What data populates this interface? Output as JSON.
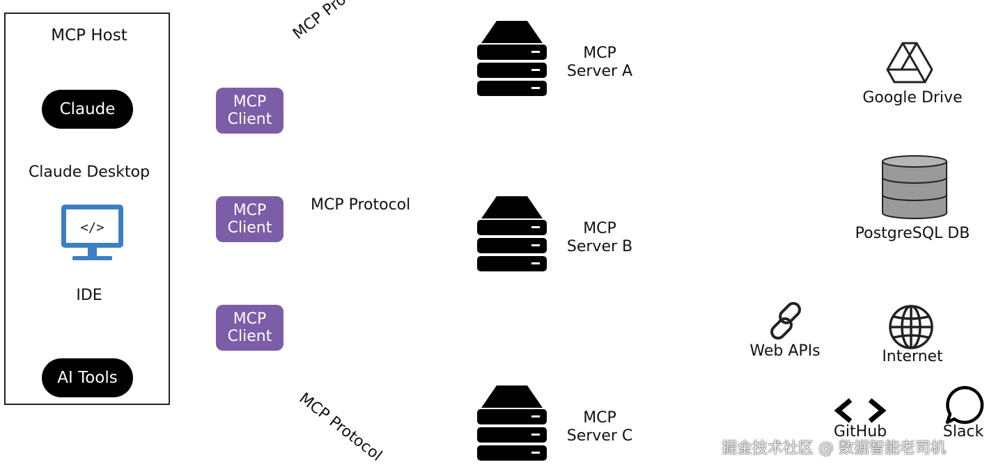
{
  "host": {
    "title": "MCP Host",
    "claude_pill": "Claude",
    "desktop_label": "Claude Desktop",
    "ide_label": "IDE",
    "ide_icon_text": "</>",
    "tools_pill": "AI Tools"
  },
  "clients": [
    {
      "line1": "MCP",
      "line2": "Client"
    },
    {
      "line1": "MCP",
      "line2": "Client"
    },
    {
      "line1": "MCP",
      "line2": "Client"
    }
  ],
  "protocol_labels": [
    "MCP Protocol",
    "MCP Protocol",
    "MCP Protocol"
  ],
  "servers": [
    {
      "line1": "MCP",
      "line2": "Server A"
    },
    {
      "line1": "MCP",
      "line2": "Server B"
    },
    {
      "line1": "MCP",
      "line2": "Server C"
    }
  ],
  "resources": {
    "google_drive": "Google Drive",
    "postgres": "PostgreSQL DB",
    "web_apis": "Web APIs",
    "internet": "Internet",
    "github": "GitHub",
    "slack": "Slack"
  },
  "watermark": "掘金技术社区 @ 数据智能老司机",
  "colors": {
    "client": "#7b5ea7",
    "pill": "#000000",
    "ide_blue": "#3d7fc4",
    "db_grey": "#9a9a9a"
  },
  "icons": [
    "monitor-code-icon",
    "server-stack-icon",
    "google-drive-icon",
    "database-icon",
    "link-chain-icon",
    "globe-icon",
    "github-brackets-icon",
    "slack-bubble-icon"
  ]
}
